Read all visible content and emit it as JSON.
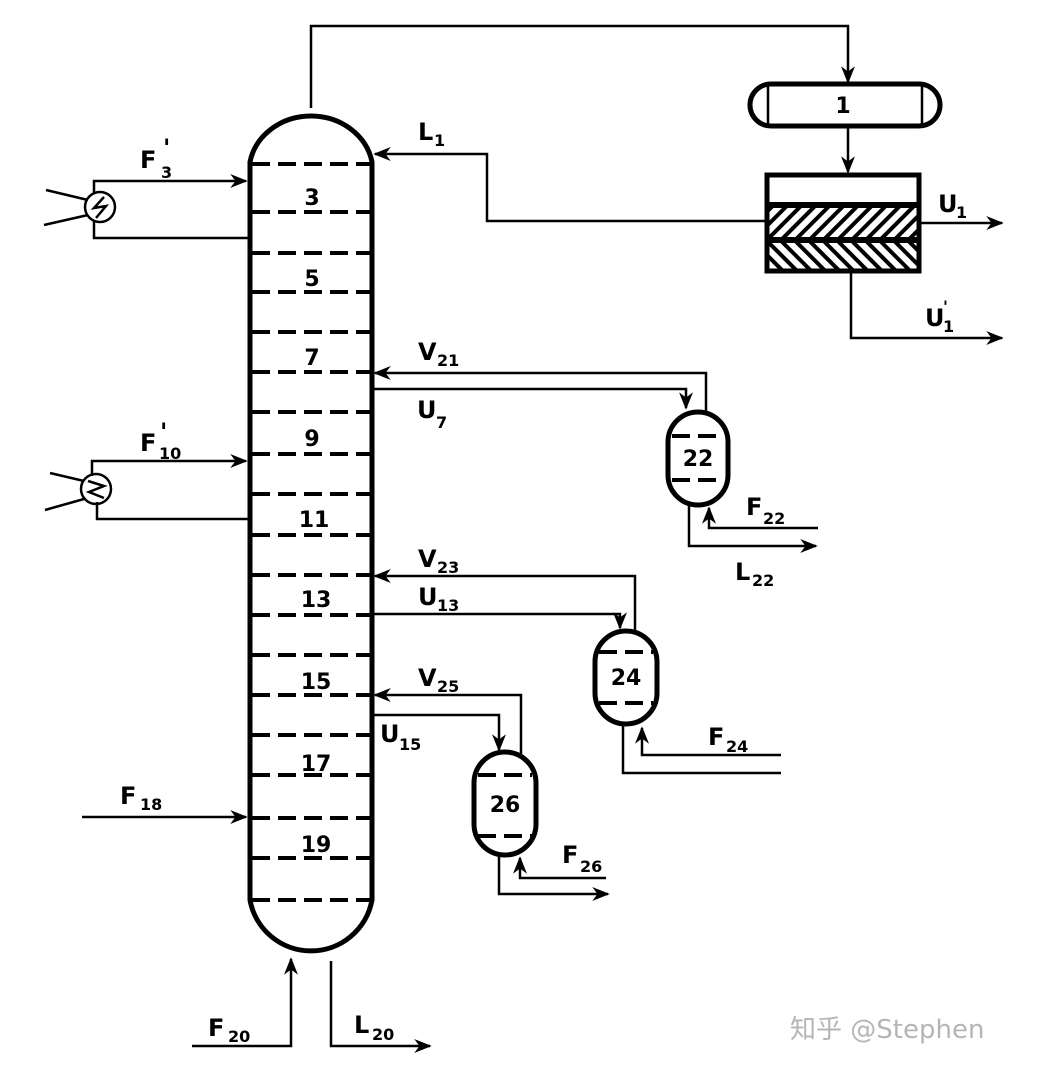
{
  "diagram": {
    "type": "process-flow",
    "column": {
      "trays": [
        "3",
        "5",
        "7",
        "9",
        "11",
        "13",
        "15",
        "17",
        "19"
      ]
    },
    "units": {
      "drum": "1",
      "side_strippers": [
        "22",
        "24",
        "26"
      ]
    },
    "streams": {
      "L1": {
        "main": "L",
        "sub": "1"
      },
      "F3p": {
        "main": "F",
        "sub": "3",
        "prime": "'"
      },
      "F10p": {
        "main": "F",
        "sub": "10",
        "prime": "'"
      },
      "U1": {
        "main": "U",
        "sub": "1"
      },
      "U1p": {
        "main": "U",
        "sub": "1",
        "prime": "'"
      },
      "V21": {
        "main": "V",
        "sub": "21"
      },
      "U7": {
        "main": "U",
        "sub": "7"
      },
      "F22": {
        "main": "F",
        "sub": "22"
      },
      "L22": {
        "main": "L",
        "sub": "22"
      },
      "V23": {
        "main": "V",
        "sub": "23"
      },
      "U13": {
        "main": "U",
        "sub": "13"
      },
      "F24": {
        "main": "F",
        "sub": "24"
      },
      "V25": {
        "main": "V",
        "sub": "25"
      },
      "U15": {
        "main": "U",
        "sub": "15"
      },
      "F26": {
        "main": "F",
        "sub": "26"
      },
      "F18": {
        "main": "F",
        "sub": "18"
      },
      "F20": {
        "main": "F",
        "sub": "20"
      },
      "L20": {
        "main": "L",
        "sub": "20"
      }
    },
    "watermark": "知乎 @Stephen"
  }
}
